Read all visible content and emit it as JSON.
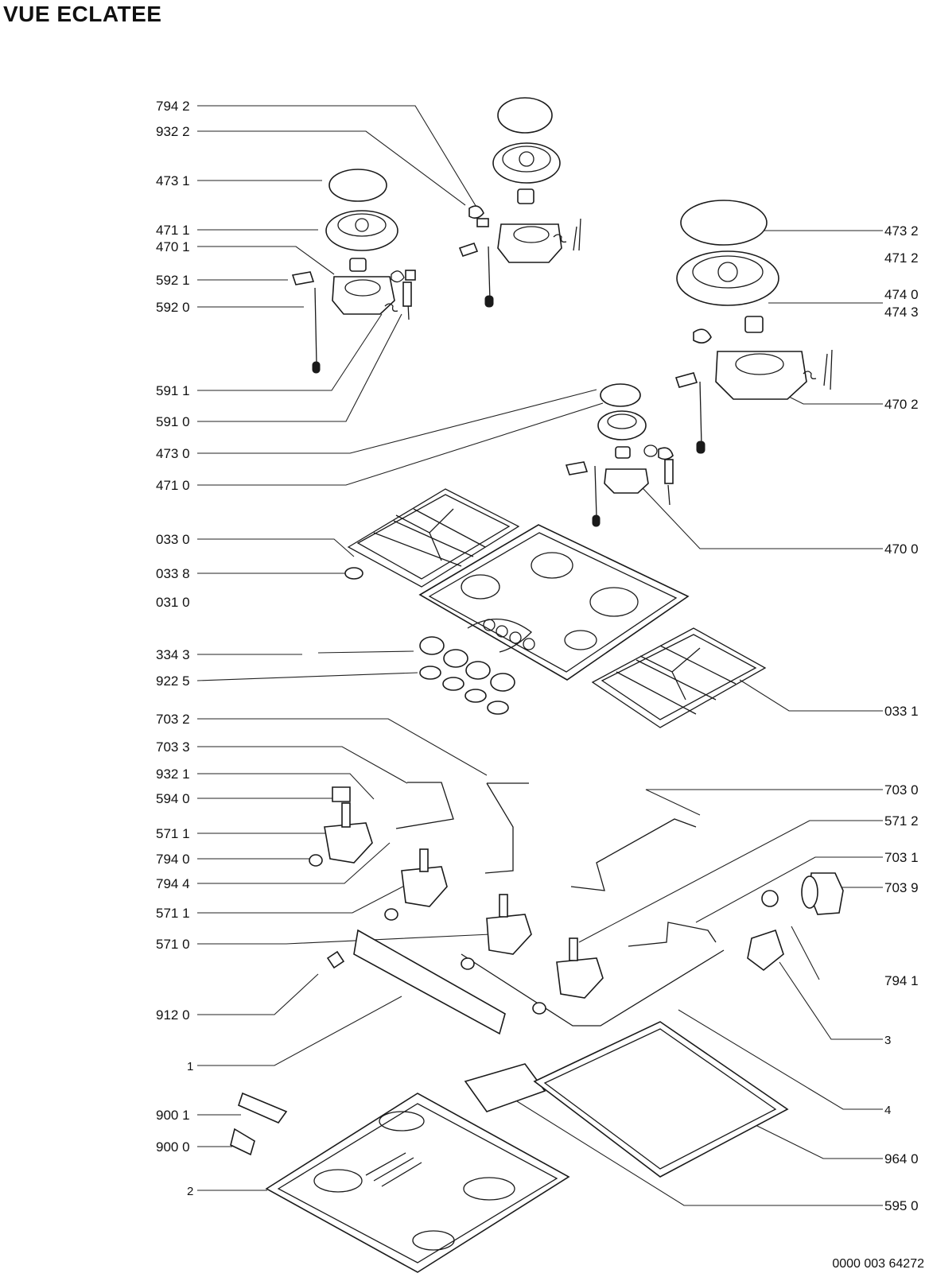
{
  "title": "VUE ECLATEE",
  "reference": "0000 003 64272",
  "labels": {
    "l7942": "794 2",
    "l9322": "932 2",
    "l4731": "473 1",
    "l4711": "471 1",
    "l4701": "470 1",
    "l5921": "592 1",
    "l5920": "592 0",
    "l5911": "591 1",
    "l5910": "591 0",
    "l4730": "473 0",
    "l4710": "471 0",
    "l0330": "033 0",
    "l0338": "033 8",
    "l0310": "031 0",
    "l3343": "334 3",
    "l9225": "922 5",
    "l7032": "703 2",
    "l7033": "703 3",
    "l9321": "932 1",
    "l5940": "594 0",
    "l5711a": "571 1",
    "l7940": "794 0",
    "l7944": "794 4",
    "l5711b": "571 1",
    "l5710": "571 0",
    "l9120": "912 0",
    "l1": "1",
    "l9001": "900 1",
    "l9000": "900 0",
    "l2": "2",
    "r4732": "473 2",
    "r4712": "471 2",
    "r4740": "474 0",
    "r4743": "474 3",
    "r4702": "470 2",
    "r4700": "470 0",
    "r0331": "033 1",
    "r7030": "703 0",
    "r5712": "571 2",
    "r7031": "703 1",
    "r7039": "703 9",
    "r7941": "794 1",
    "r3": "3",
    "r4": "4",
    "r9640": "964 0",
    "r5950": "595 0"
  }
}
